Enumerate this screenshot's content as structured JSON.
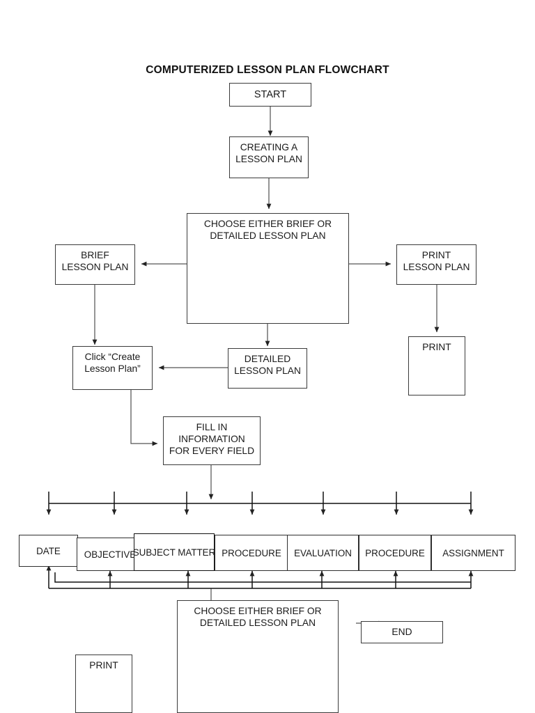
{
  "title": "COMPUTERIZED LESSON PLAN FLOWCHART",
  "colors": {
    "stroke": "#3a3a3a",
    "text": "#1a1a1a",
    "background": "#ffffff"
  },
  "nodes": {
    "start": "START",
    "creating": "CREATING A\nLESSON PLAN",
    "choose_top": "CHOOSE EITHER BRIEF OR\nDETAILED LESSON PLAN",
    "brief": "BRIEF\nLESSON PLAN",
    "print_lesson_plan": "PRINT\nLESSON PLAN",
    "click_create": "Click “Create\nLesson Plan”",
    "detailed": "DETAILED\nLESSON PLAN",
    "print_right": "PRINT",
    "fill_in": "FILL IN\nINFORMATION\nFOR EVERY FIELD",
    "choose_bottom": "CHOOSE EITHER BRIEF OR\nDETAILED LESSON PLAN",
    "end": "END",
    "print_bottom": "PRINT"
  },
  "fields": [
    {
      "label": "DATE"
    },
    {
      "label": "OBJECTIVE"
    },
    {
      "label": "SUBJECT MATTER"
    },
    {
      "label": "PROCEDURE"
    },
    {
      "label": "EVALUATION"
    },
    {
      "label": "PROCEDURE"
    },
    {
      "label": "ASSIGNMENT"
    }
  ],
  "chart_data": {
    "type": "diagram",
    "title": "COMPUTERIZED LESSON PLAN FLOWCHART",
    "orientation": "top-to-bottom",
    "nodes": [
      "START",
      "CREATING A LESSON PLAN",
      "CHOOSE EITHER BRIEF OR DETAILED LESSON PLAN",
      "BRIEF LESSON PLAN",
      "PRINT LESSON PLAN",
      "Click “Create Lesson Plan”",
      "DETAILED LESSON PLAN",
      "PRINT",
      "FILL IN INFORMATION FOR EVERY FIELD",
      "DATE",
      "OBJECTIVE",
      "SUBJECT MATTER",
      "PROCEDURE",
      "EVALUATION",
      "PROCEDURE",
      "ASSIGNMENT",
      "CHOOSE EITHER BRIEF OR DETAILED LESSON PLAN",
      "END",
      "PRINT"
    ],
    "edges": [
      {
        "from": "START",
        "to": "CREATING A LESSON PLAN"
      },
      {
        "from": "CREATING A LESSON PLAN",
        "to": "CHOOSE EITHER BRIEF OR DETAILED LESSON PLAN"
      },
      {
        "from": "CHOOSE EITHER BRIEF OR DETAILED LESSON PLAN",
        "to": "BRIEF LESSON PLAN"
      },
      {
        "from": "CHOOSE EITHER BRIEF OR DETAILED LESSON PLAN",
        "to": "PRINT LESSON PLAN"
      },
      {
        "from": "CHOOSE EITHER BRIEF OR DETAILED LESSON PLAN",
        "to": "DETAILED LESSON PLAN"
      },
      {
        "from": "BRIEF LESSON PLAN",
        "to": "Click “Create Lesson Plan”"
      },
      {
        "from": "DETAILED LESSON PLAN",
        "to": "Click “Create Lesson Plan”"
      },
      {
        "from": "PRINT LESSON PLAN",
        "to": "PRINT"
      },
      {
        "from": "Click “Create Lesson Plan”",
        "to": "FILL IN INFORMATION FOR EVERY FIELD"
      },
      {
        "from": "FILL IN INFORMATION FOR EVERY FIELD",
        "to": "DATE"
      },
      {
        "from": "FILL IN INFORMATION FOR EVERY FIELD",
        "to": "OBJECTIVE"
      },
      {
        "from": "FILL IN INFORMATION FOR EVERY FIELD",
        "to": "SUBJECT MATTER"
      },
      {
        "from": "FILL IN INFORMATION FOR EVERY FIELD",
        "to": "PROCEDURE"
      },
      {
        "from": "FILL IN INFORMATION FOR EVERY FIELD",
        "to": "EVALUATION"
      },
      {
        "from": "FILL IN INFORMATION FOR EVERY FIELD",
        "to": "PROCEDURE"
      },
      {
        "from": "FILL IN INFORMATION FOR EVERY FIELD",
        "to": "ASSIGNMENT"
      },
      {
        "from": "CHOOSE EITHER BRIEF OR DETAILED LESSON PLAN",
        "to": "END"
      }
    ]
  }
}
